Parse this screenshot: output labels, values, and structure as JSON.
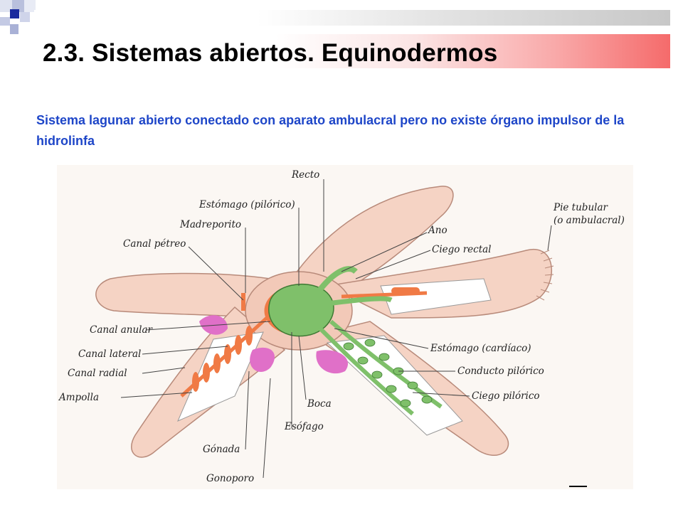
{
  "slide": {
    "title": "2.3. Sistemas abiertos. Equinodermos",
    "subtitle": "Sistema lagunar abierto conectado con aparato ambulacral pero no existe órgano impulsor de la hidrolinfa"
  },
  "figure": {
    "labels": {
      "recto": "Recto",
      "estomago_pilorico": "Estómago (pilórico)",
      "madreporito": "Madreporito",
      "canal_petreo": "Canal pétreo",
      "pie_tubular_1": "Pie tubular",
      "pie_tubular_2": "(o ambulacral)",
      "ano": "Ano",
      "ciego_rectal": "Ciego rectal",
      "canal_anular": "Canal anular",
      "canal_lateral": "Canal lateral",
      "canal_radial": "Canal radial",
      "ampolla": "Ampolla",
      "estomago_cardiaco": "Estómago (cardíaco)",
      "conducto_pilorico": "Conducto pilórico",
      "ciego_pilorico": "Ciego pilórico",
      "boca": "Boca",
      "esofago": "Esófago",
      "gonada": "Gónada",
      "gonoporo": "Gonoporo"
    },
    "colors": {
      "skin": "#f5d3c4",
      "skin_edge": "#b88a7a",
      "water_vascular": "#f07a45",
      "digestive": "#7fc06a",
      "gonad": "#e070c8",
      "cavity": "#ffffff"
    }
  }
}
